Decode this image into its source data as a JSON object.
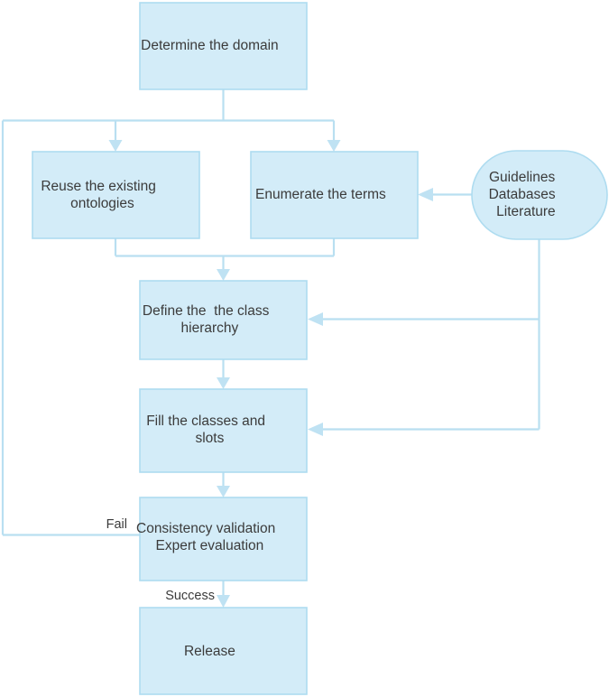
{
  "diagram": {
    "title": "Ontology development process flowchart",
    "colors": {
      "node_fill": "#d3ecf8",
      "node_stroke": "#aedcf0",
      "edge_stroke": "#b9dff1",
      "arrow_fill": "#bfe2f3",
      "text": "#3b3b3b",
      "background": "#ffffff"
    },
    "nodes": [
      {
        "id": "determine-domain",
        "shape": "rectangle",
        "label": "Determine the domain",
        "lines": [
          "Determine the domain"
        ]
      },
      {
        "id": "reuse-ontologies",
        "shape": "rectangle",
        "label": "Reuse the existing ontologies",
        "lines": [
          "Reuse the existing",
          "ontologies"
        ]
      },
      {
        "id": "enumerate-terms",
        "shape": "rectangle",
        "label": "Enumerate the terms",
        "lines": [
          "Enumerate the terms"
        ]
      },
      {
        "id": "sources",
        "shape": "stadium",
        "label": "Guidelines Databases Literature",
        "lines": [
          "Guidelines",
          "Databases",
          "Literature"
        ]
      },
      {
        "id": "class-hierarchy",
        "shape": "rectangle",
        "label": "Define the  the class hierarchy",
        "lines": [
          "Define the  the class",
          "hierarchy"
        ]
      },
      {
        "id": "fill-classes",
        "shape": "rectangle",
        "label": "Fill the classes and slots",
        "lines": [
          "Fill the classes and",
          "slots"
        ]
      },
      {
        "id": "validation",
        "shape": "rectangle",
        "label": "Consistency validation Expert evaluation",
        "lines": [
          "Consistency validation",
          "Expert evaluation"
        ]
      },
      {
        "id": "release",
        "shape": "rectangle",
        "label": "Release",
        "lines": [
          "Release"
        ]
      }
    ],
    "edge_labels": [
      {
        "id": "fail",
        "text": "Fail"
      },
      {
        "id": "success",
        "text": "Success"
      }
    ]
  }
}
